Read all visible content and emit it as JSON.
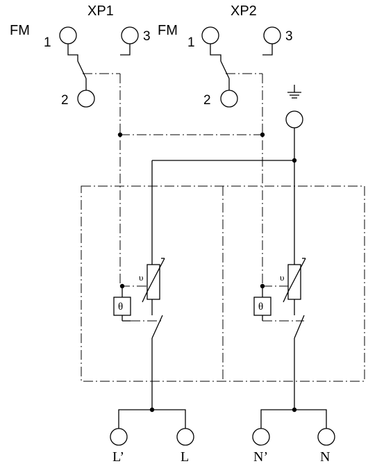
{
  "labels": {
    "xp1": "XP1",
    "xp2": "XP2",
    "fm_left": "FM",
    "fm_right": "FM",
    "xp1_pin1": "1",
    "xp1_pin2": "2",
    "xp1_pin3": "3",
    "xp2_pin1": "1",
    "xp2_pin2": "2",
    "xp2_pin3": "3",
    "theta_left": "θ",
    "theta_right": "θ",
    "varistor_left": "υ",
    "varistor_right": "υ",
    "out_l_prime": "L’",
    "out_l": "L",
    "out_n_prime": "N’",
    "out_n": "N"
  },
  "icons": {
    "ground": "ground-icon",
    "terminal": "terminal-circle-icon",
    "varistor": "varistor-icon",
    "thermal": "thermal-fuse-icon",
    "switch": "switch-contact-icon"
  }
}
